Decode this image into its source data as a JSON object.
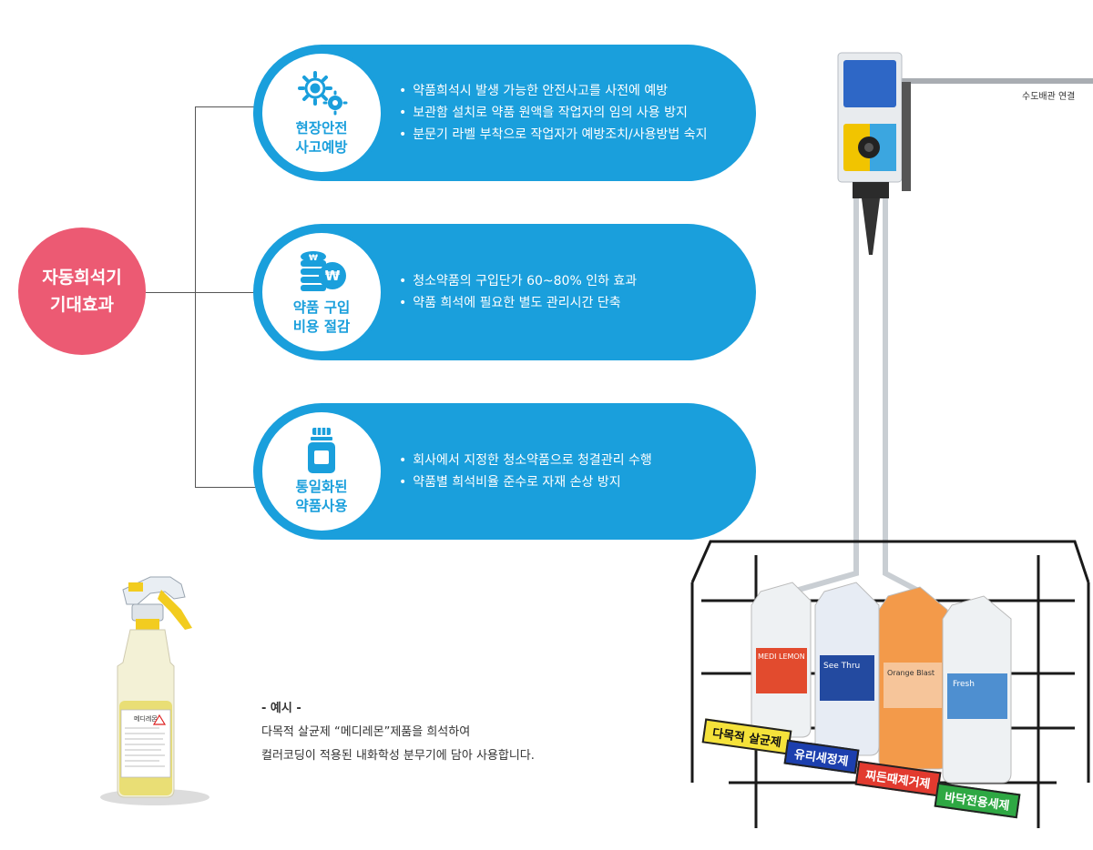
{
  "root": {
    "line1": "자동희석기",
    "line2": "기대효과"
  },
  "benefits": [
    {
      "icon": "gears-icon",
      "title_line1": "현장안전",
      "title_line2": "사고예방",
      "bullets": [
        "약품희석시 발생 가능한 안전사고를 사전에 예방",
        "보관함 설치로 약품 원액을 작업자의 임의 사용 방지",
        "분문기 라벨 부착으로 작업자가 예방조치/사용방법 숙지"
      ]
    },
    {
      "icon": "coins-won-icon",
      "title_line1": "약품 구입",
      "title_line2": "비용 절감",
      "bullets": [
        "청소약품의 구입단가 60~80% 인하 효과",
        "약품 희석에 필요한 별도 관리시간 단축"
      ]
    },
    {
      "icon": "bottle-icon",
      "title_line1": "통일화된",
      "title_line2": "약품사용",
      "bullets": [
        "회사에서 지정한 청소약품으로 청결관리 수행",
        "약품별 희석비율 준수로 자재 손상 방지"
      ]
    }
  ],
  "example": {
    "title": "- 예시 -",
    "line1": "다목적 살균제 “메디레몬”제품을 희석하여",
    "line2": "컬러코딩이 적용된 내화학성 분무기에 담아 사용합니다."
  },
  "device": {
    "pipe_label": "수도배관 연결",
    "bottle_brands": [
      "MEDI LEMON",
      "See Thru",
      "Orange Blast",
      "Fresh"
    ],
    "tags": [
      {
        "text": "다목적 살균제",
        "color": "#f5e23a",
        "text_color": "#111"
      },
      {
        "text": "유리세정제",
        "color": "#1c3fae",
        "text_color": "#ffffff"
      },
      {
        "text": "찌든때제거제",
        "color": "#e23a2f",
        "text_color": "#ffffff"
      },
      {
        "text": "바닥전용세제",
        "color": "#2ea843",
        "text_color": "#ffffff"
      }
    ]
  },
  "spray_bottle_label": "메디레몬",
  "colors": {
    "accent_blue": "#1a9fdc",
    "root_pink": "#ec5a73"
  }
}
